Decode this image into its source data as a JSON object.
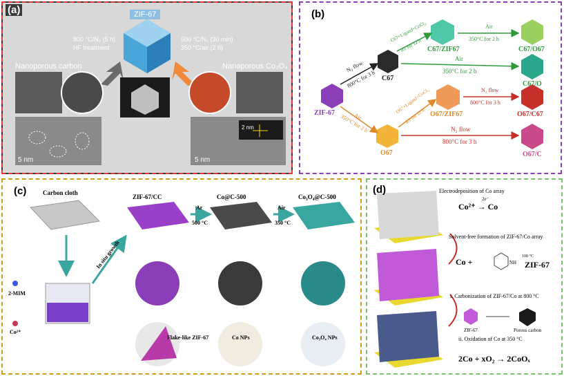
{
  "panel_a": {
    "label": "(a)",
    "title": "ZIF-67",
    "left_condition_1": "800 °C/N₂ (5 h)",
    "left_condition_2": "HF treatment",
    "right_condition_1": "500 °C/N₂ (30 min)",
    "right_condition_2": "350 °C/air (2 h)",
    "left_product": "Nanoporous carbon",
    "right_product": "Nanoporous Co₃O₄",
    "scale_left": "5 nm",
    "scale_right": "5 nm",
    "inset_scale": "2 nm"
  },
  "panel_b": {
    "label": "(b)",
    "start": "ZIF-67",
    "n2_flow": "N₂ flow",
    "n2_cond": "800°C for 3 h",
    "c67": "C67",
    "c67_ligand": "C67+Ligand+CoCl₂",
    "rt_12h_top": "RT for 12 h",
    "c67_zif": "C67/ZIF67",
    "air_top": "Air",
    "air_top_cond": "350°C for 2 h",
    "c67_o67": "C67/O67",
    "air_mid": "Air",
    "air_mid_cond": "350°C for 2 h",
    "c67_o": "C67/O",
    "air_low": "Air",
    "air_low_cond": "350°C for 2 h",
    "o67": "O67",
    "o67_ligand": "O67+Ligand+CoCl₂",
    "rt_12h_bot": "RT for 12 h",
    "o67_zif": "O67/ZIF67",
    "n2_flow_2": "N₂ flow",
    "n2_cond_2": "800°C for 3 h",
    "o67_c67": "O67/C67",
    "n2_flow_3": "N₂ flow",
    "n2_cond_3": "800°C for 3 h",
    "o67_c": "O67/C"
  },
  "panel_c": {
    "label": "(c)",
    "carbon_cloth": "Carbon cloth",
    "in_situ": "In situ growth",
    "mim": "2-MIM",
    "co": "Co²⁺",
    "zif_cc": "ZIF-67/CC",
    "ar": "Ar",
    "ar_temp": "500 °C",
    "co_c": "Co@C-500",
    "air": "Air",
    "air_temp": "350 °C",
    "co3o4_c": "Co₃O₄@C-500",
    "flake": "Flake-like ZIF-67",
    "co_nps": "Co NPs",
    "co3o4_nps": "Co₃O₄ NPs"
  },
  "panel_d": {
    "label": "(d)",
    "step1": "Electrodeposition of Co array",
    "eq1": "Co²⁺ → Co",
    "eq1_e": "2e⁻",
    "step2": "Solvent-free formation of ZIF-67/Co array",
    "eq2_left": "Co +",
    "eq2_cond": "100 °C",
    "eq2_right": "ZIF-67",
    "eq2_nh": "NH",
    "step3": "i. Carbonization of ZIF-67/Co at 800 °C",
    "zif_label": "ZIF-67",
    "porous": "Porous carbon",
    "step4": "ii. Oxidation of Co at 350 °C",
    "eq4": "2Co + xO₂ → 2CoOₓ"
  },
  "colors": {
    "a_border": "#e03a3a",
    "b_border": "#8a3fb8",
    "c_border": "#d49a1e",
    "d_border": "#7bc26f",
    "green_text": "#2f9a3a",
    "orange_text": "#e08a2a",
    "red_text": "#c8302a",
    "purple_text": "#8a3fb8",
    "teal": "#3aa6a0"
  }
}
